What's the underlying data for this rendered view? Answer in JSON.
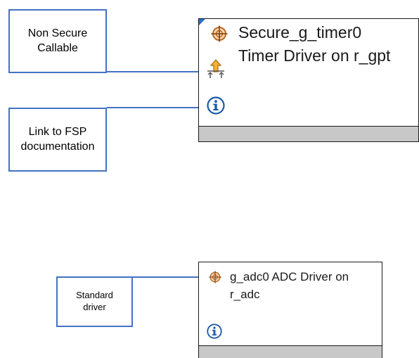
{
  "callouts": {
    "non_secure_callable": "Non Secure\nCallable",
    "link_to_fsp": "Link to FSP\ndocumentation",
    "standard_driver": "Standard\ndriver"
  },
  "blocks": {
    "secure_timer": {
      "name": "Secure_g_timer0",
      "description": "Timer Driver on r_gpt"
    },
    "adc": {
      "line1": "g_adc0 ADC Driver on",
      "line2": "r_adc"
    }
  },
  "icons": {
    "module": "crosshair-target-icon",
    "nsc": "non-secure-callable-arrow-icon",
    "info": "info-icon"
  },
  "colors": {
    "callout_border": "#4472c4",
    "connector": "#4472c4",
    "module_icon": "#c8742a",
    "nsc_icon": "#e8a830",
    "info_icon": "#1c5aa6",
    "footer": "#c8c8c8"
  }
}
